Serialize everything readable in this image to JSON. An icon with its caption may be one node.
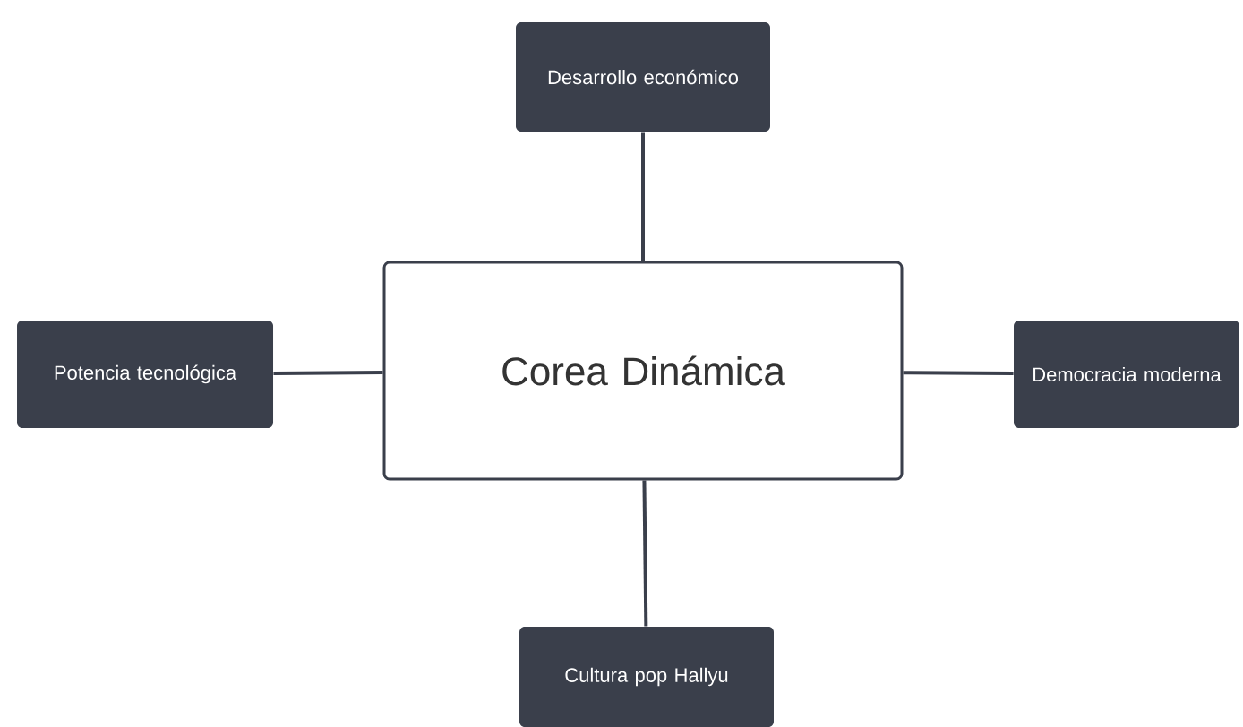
{
  "diagram": {
    "nodes": [
      {
        "text": [
          "Desarrollo económico"
        ]
      },
      {
        "text": [
          "Potencia tecnológica"
        ]
      },
      {
        "text": [
          "Corea Dinámica"
        ]
      },
      {
        "text": [
          "Democracia moderna"
        ]
      },
      {
        "text": [
          "Cultura pop Hallyu"
        ]
      }
    ],
    "edges": [
      {
        "from": 2,
        "to": 0,
        "arrow": "none"
      },
      {
        "from": 2,
        "to": 1,
        "arrow": "none"
      },
      {
        "from": 2,
        "to": 3,
        "arrow": "none"
      },
      {
        "from": 2,
        "to": 4,
        "arrow": "none"
      }
    ]
  }
}
